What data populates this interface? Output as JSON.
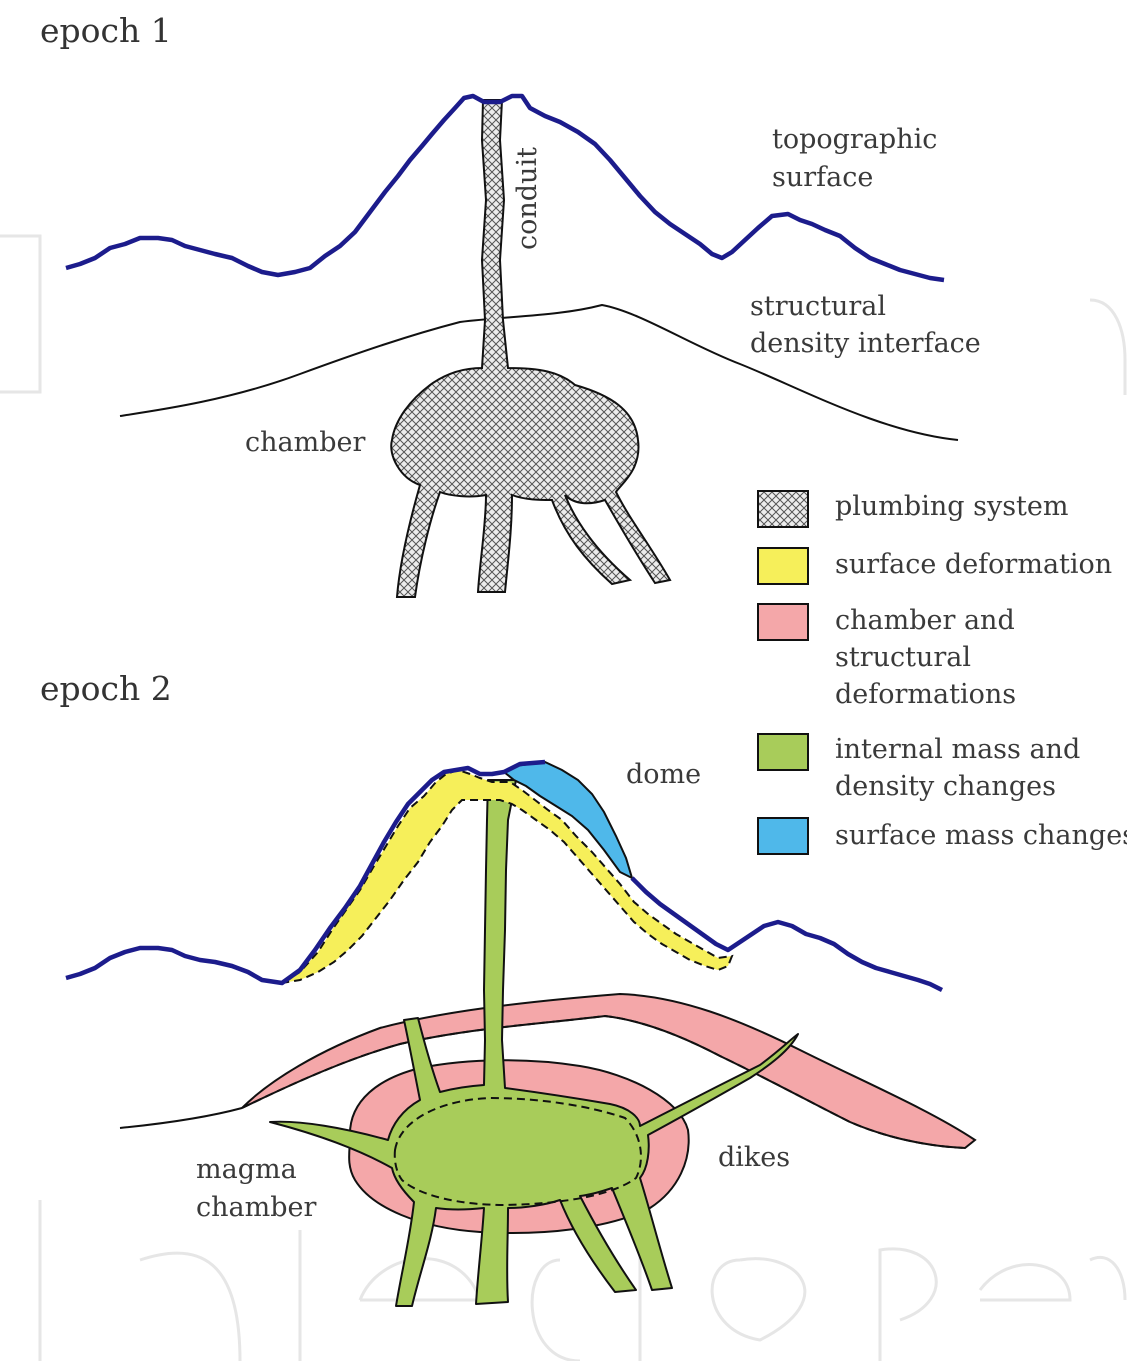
{
  "epoch1": {
    "title": "epoch 1",
    "labels": {
      "conduit": "conduit",
      "topographic_line1": "topographic",
      "topographic_line2": "surface",
      "structural_line1": "structural",
      "structural_line2": "density interface",
      "chamber": "chamber"
    }
  },
  "epoch2": {
    "title": "epoch 2",
    "labels": {
      "dome": "dome",
      "dikes": "dikes",
      "magma_chamber_line1": "magma",
      "magma_chamber_line2": "chamber"
    }
  },
  "legend": {
    "items": [
      {
        "lines": [
          "plumbing system"
        ],
        "swatch": "crosshatch",
        "color": "#d8d8d8"
      },
      {
        "lines": [
          "surface deformation"
        ],
        "color": "#f6ef5a"
      },
      {
        "lines": [
          "chamber and",
          "structural",
          "deformations"
        ],
        "color": "#f4a7a9"
      },
      {
        "lines": [
          "internal mass and",
          "density changes"
        ],
        "color": "#a8cc5a"
      },
      {
        "lines": [
          "surface mass changes"
        ],
        "color": "#4fb8ea"
      }
    ]
  },
  "colors": {
    "topographic_surface": "#1c1c8c",
    "outline": "#111111",
    "plumbing_fill": "#d8d8d8",
    "surface_deformation": "#f6ef5a",
    "chamber_deformation": "#f4a7a9",
    "internal_mass": "#a8cc5a",
    "surface_mass": "#4fb8ea"
  }
}
